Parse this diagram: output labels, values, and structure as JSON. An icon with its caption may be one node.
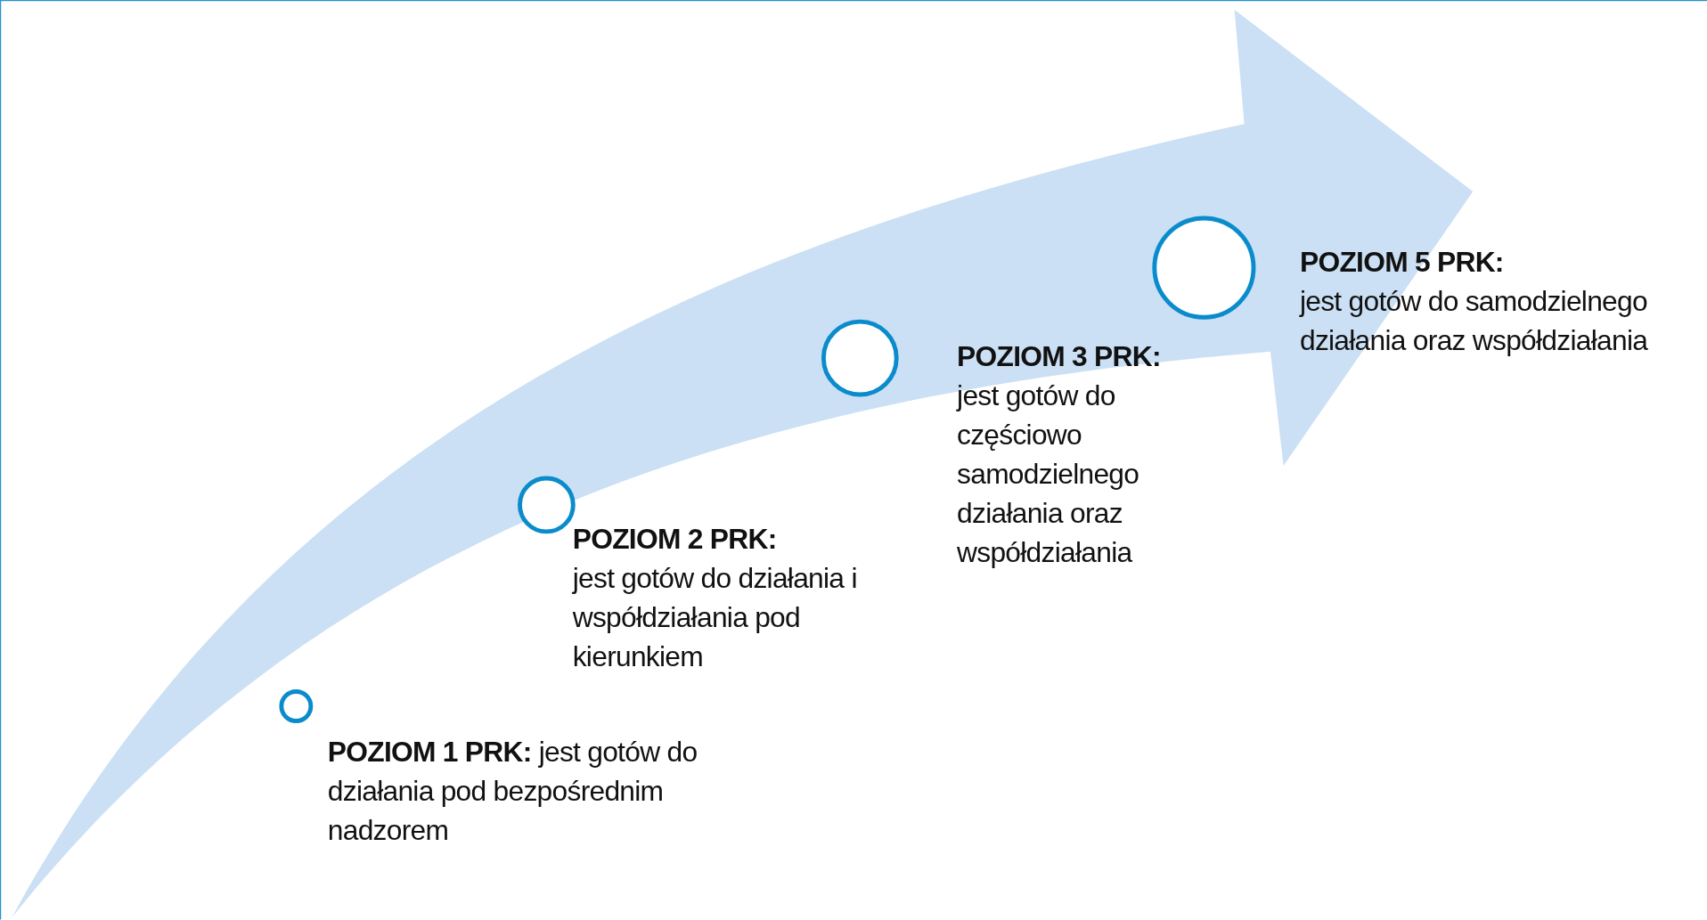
{
  "diagram": {
    "nodes": [
      {
        "text": [],
        "shape": "circle",
        "beside": [
          "**POZIOM 1 PRK:** jest gotów do działania pod bezpośrednim nadzorem"
        ]
      },
      {
        "text": [],
        "shape": "circle",
        "beside": [
          "POZIOM 2 PRK:",
          "jest gotów do działania i współdziałania pod kierunkiem"
        ]
      },
      {
        "text": [],
        "shape": "circle",
        "beside": [
          "POZIOM 3 PRK:",
          "jest gotów do częściowo samodzielnego działania oraz współdziałania"
        ]
      },
      {
        "text": [],
        "shape": "circle",
        "beside": [
          "POZIOM 5 PRK:",
          "jest gotów do samodzielnego działania oraz współdziałania"
        ]
      }
    ]
  }
}
